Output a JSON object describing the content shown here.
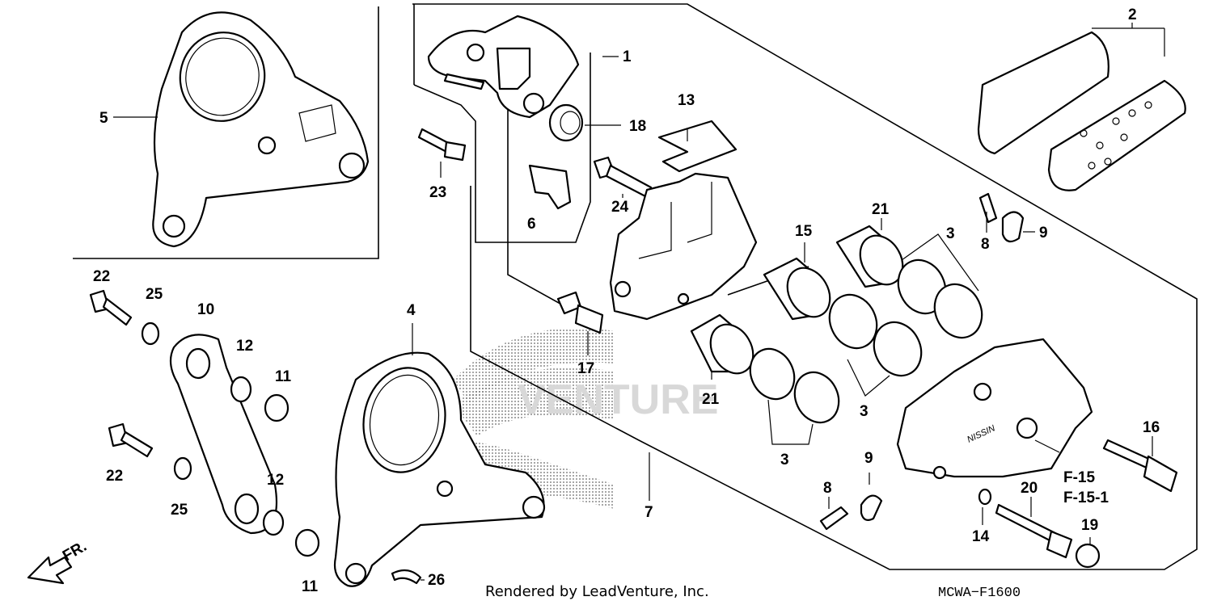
{
  "labels": {
    "l1": "1",
    "l2": "2",
    "l3a": "3",
    "l3b": "3",
    "l3c": "3",
    "l4": "4",
    "l5": "5",
    "l6": "6",
    "l7": "7",
    "l8a": "8",
    "l8b": "8",
    "l9a": "9",
    "l9b": "9",
    "l10": "10",
    "l11a": "11",
    "l11b": "11",
    "l12a": "12",
    "l12b": "12",
    "l13": "13",
    "l14": "14",
    "l15": "15",
    "l16": "16",
    "l17": "17",
    "l18": "18",
    "l19": "19",
    "l20": "20",
    "l21a": "21",
    "l21b": "21",
    "l22a": "22",
    "l22b": "22",
    "l23": "23",
    "l24": "24",
    "l25a": "25",
    "l25b": "25",
    "l26": "26"
  },
  "refs": {
    "f15": "F-15",
    "f151": "F-15-1"
  },
  "direction": "FR.",
  "watermark": "VENTURE",
  "footer": {
    "credit": "Rendered by LeadVenture, Inc.",
    "diagram_code": "MCWA−F1600"
  }
}
